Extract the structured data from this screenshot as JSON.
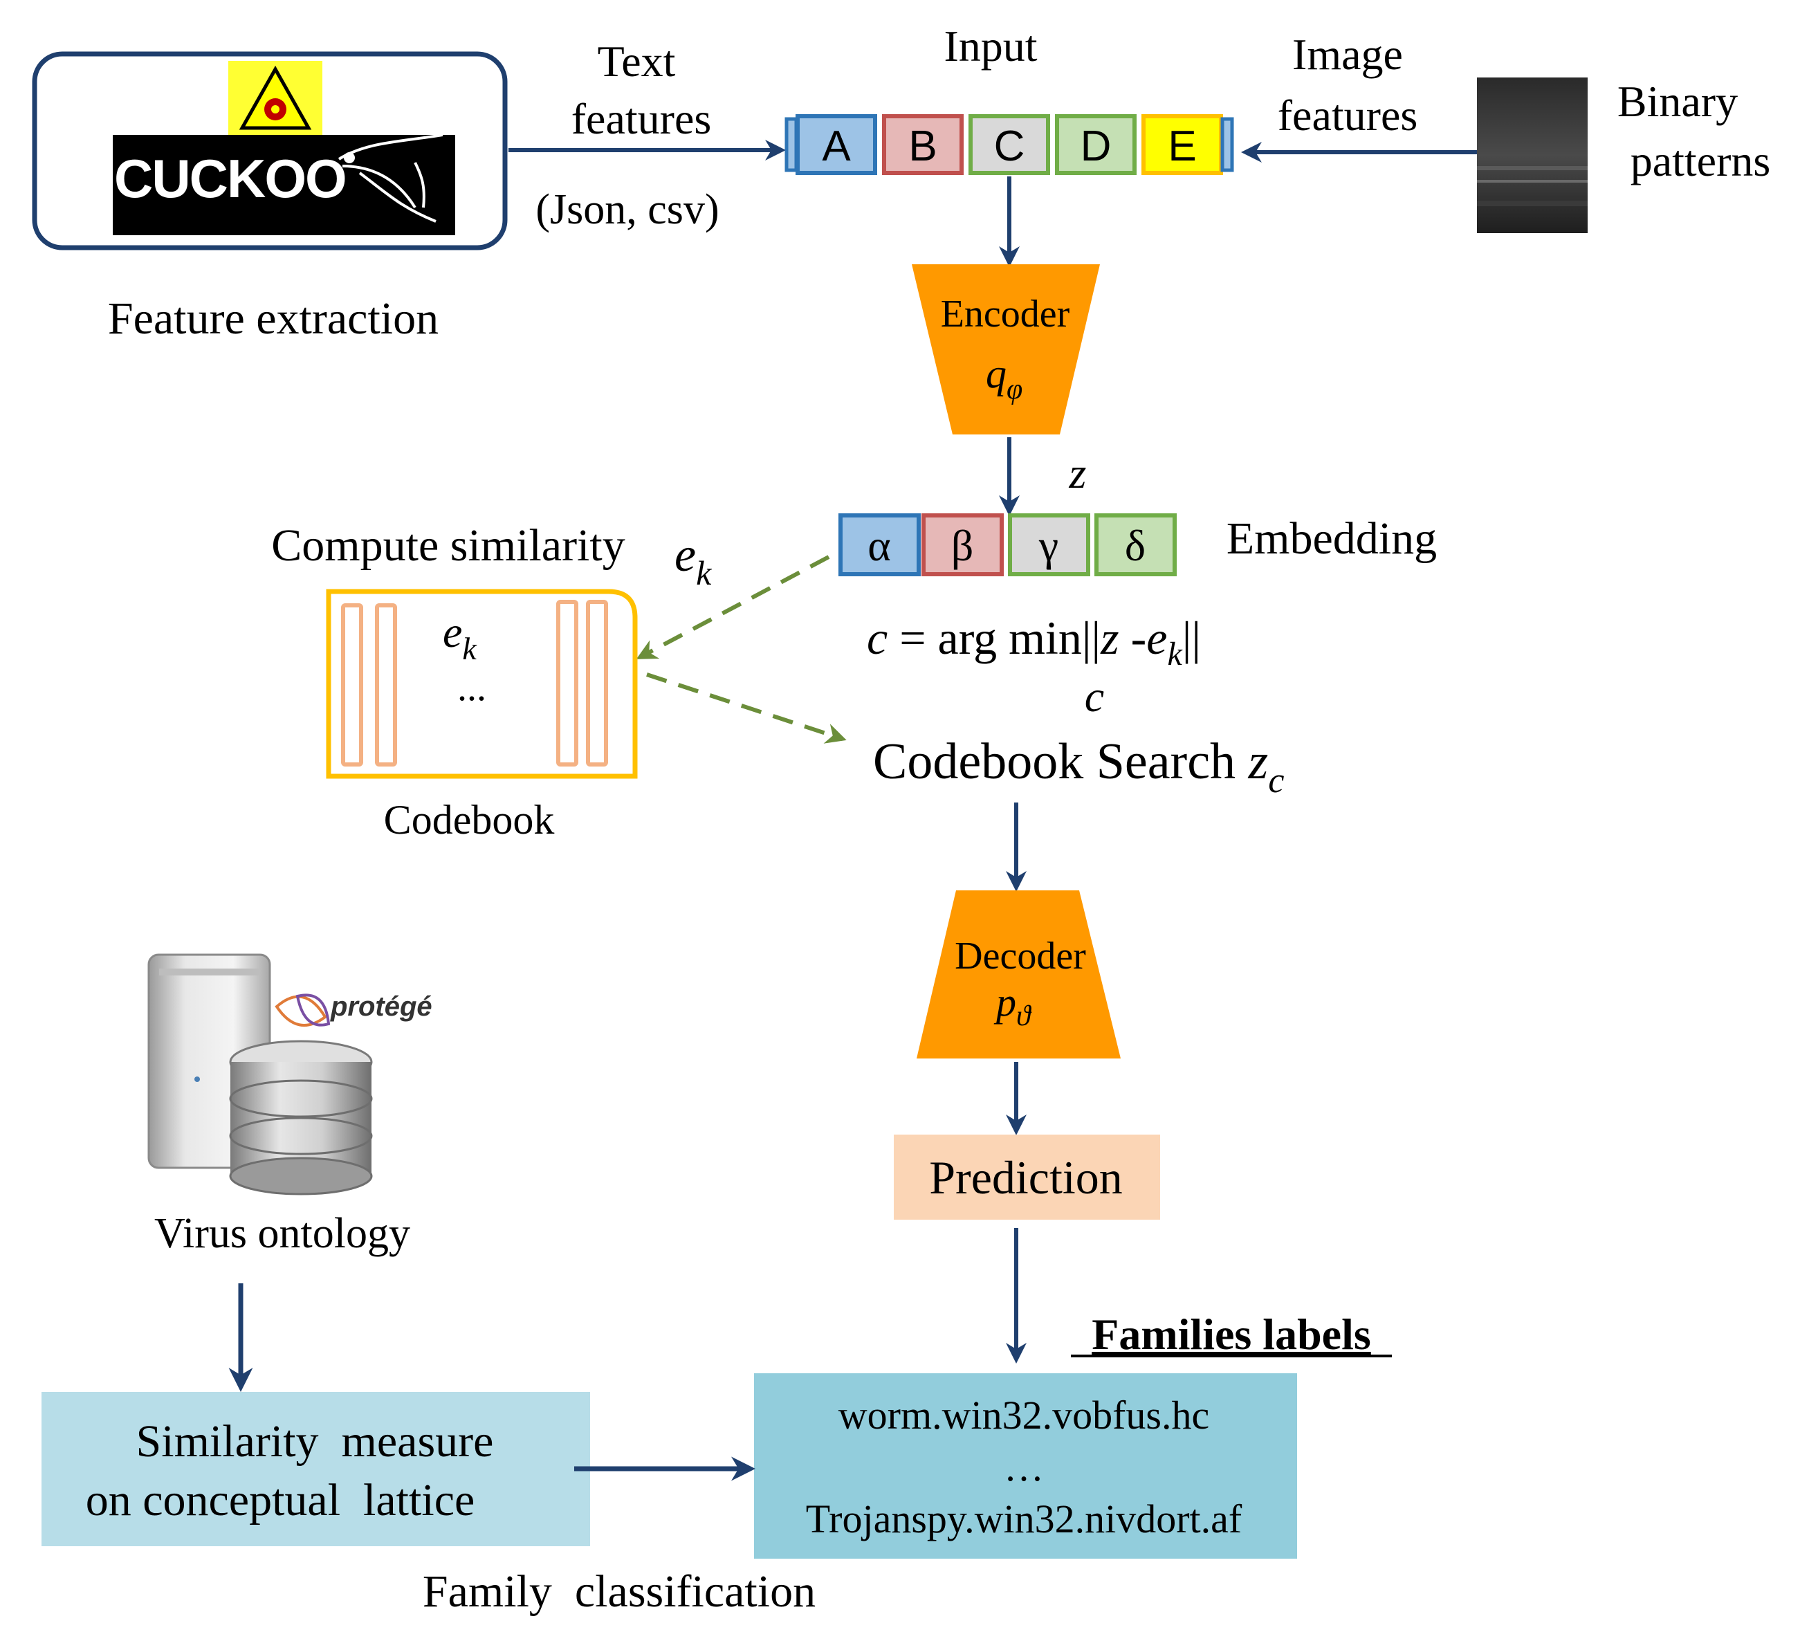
{
  "feature_extraction": {
    "logo_text": "CUCKOO",
    "caption": "Feature extraction"
  },
  "text_features": {
    "line1": "Text",
    "line2": "features",
    "formats": "(Json, csv)"
  },
  "input": {
    "title": "Input",
    "cells": [
      "A",
      "B",
      "C",
      "D",
      "E"
    ]
  },
  "image_features": {
    "line1": "Image",
    "line2": "features"
  },
  "binary_patterns": {
    "line1": "Binary",
    "line2": "patterns"
  },
  "encoder": {
    "label": "Encoder",
    "symbol": "q",
    "subscript": "φ"
  },
  "embedding": {
    "z_label": "z",
    "cells": [
      "α",
      "β",
      "γ",
      "δ"
    ],
    "label": "Embedding"
  },
  "compute_similarity": {
    "label": "Compute similarity",
    "ek_symbol": "e",
    "ek_sub": "k"
  },
  "codebook": {
    "ek_symbol": "e",
    "ek_sub": "k",
    "dots": "...",
    "caption": "Codebook"
  },
  "argmin": {
    "c": "c",
    "equals": " = arg min||",
    "z": "z",
    "minus": " -",
    "e": "e",
    "k": "k",
    "close": "||",
    "under": "c"
  },
  "codebook_search": {
    "label": "Codebook Search ",
    "symbol": "z",
    "subscript": "c"
  },
  "decoder": {
    "label": "Decoder",
    "symbol": "p",
    "subscript": "ϑ"
  },
  "prediction": {
    "label": "Prediction"
  },
  "families": {
    "title": "Families labels",
    "items": [
      "worm.win32.vobfus.hc",
      "…",
      "Trojanspy.win32.nivdort.af"
    ]
  },
  "ontology": {
    "protege_label": "protégé",
    "caption": "Virus ontology"
  },
  "similarity_measure": {
    "line1": "Similarity  measure",
    "line2": "on conceptual  lattice"
  },
  "family_classification": {
    "caption": "Family  classification"
  },
  "colors": {
    "arrow_blue": "#1f3f6e",
    "dashed_green": "#6b8e3a",
    "orange": "#ff9900",
    "codebook_border": "#ffc000",
    "codebook_bars": "#f4b183",
    "prediction_fill": "#fbd5b5",
    "families_fill": "#92cddc",
    "similarity_fill": "#b7dde8",
    "cell_blue": "#9dc3e6",
    "cell_blue_border": "#2e75b6",
    "cell_pink": "#e6b8b7",
    "cell_pink_border": "#c0504d",
    "cell_gray": "#d9d9d9",
    "cell_green_border": "#70ad47",
    "cell_green": "#c5e0b4",
    "cell_yellow": "#ffff00",
    "cell_yellow_border": "#ffc000"
  }
}
